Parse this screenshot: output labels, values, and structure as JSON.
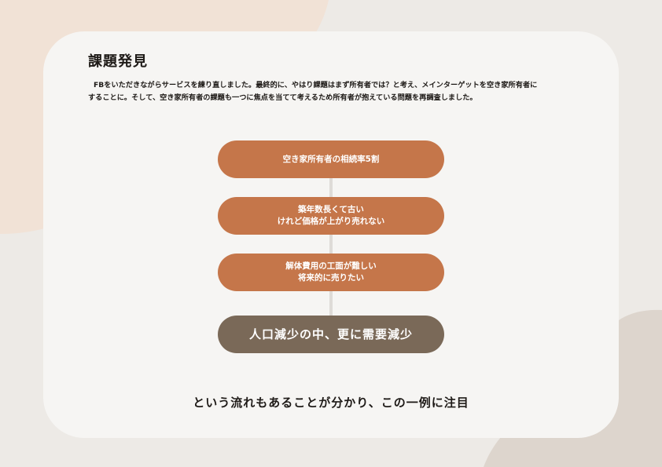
{
  "title": "課題発見",
  "intro": {
    "line1": "FBをいただきながらサービスを練り直しました。最終的に、やはり課題はまず所有者では？と考え、メインターゲットを空き家所有者に",
    "line2": "することに。そして、空き家所有者の課題も一つに焦点を当てて考えるため所有者が抱えている問題を再調査しました。"
  },
  "flow": {
    "step1": {
      "lines": [
        "空き家所有者の相続率5割"
      ]
    },
    "step2": {
      "lines": [
        "築年数長くて古い",
        "けれど価格が上がり売れない"
      ]
    },
    "step3": {
      "lines": [
        "解体費用の工面が難しい",
        "将来的に売りたい"
      ]
    },
    "result": {
      "lines": [
        "人口減少の中、更に需要減少"
      ]
    }
  },
  "conclusion": "という流れもあることが分かり、この一例に注目",
  "colors": {
    "background": "#edeae6",
    "card": "#f6f5f3",
    "blob_peach": "#f1e2d6",
    "blob_taupe": "#ddd5cd",
    "pill_orange": "#c5764a",
    "pill_brown": "#7a6958",
    "connector": "#dedbd7"
  }
}
